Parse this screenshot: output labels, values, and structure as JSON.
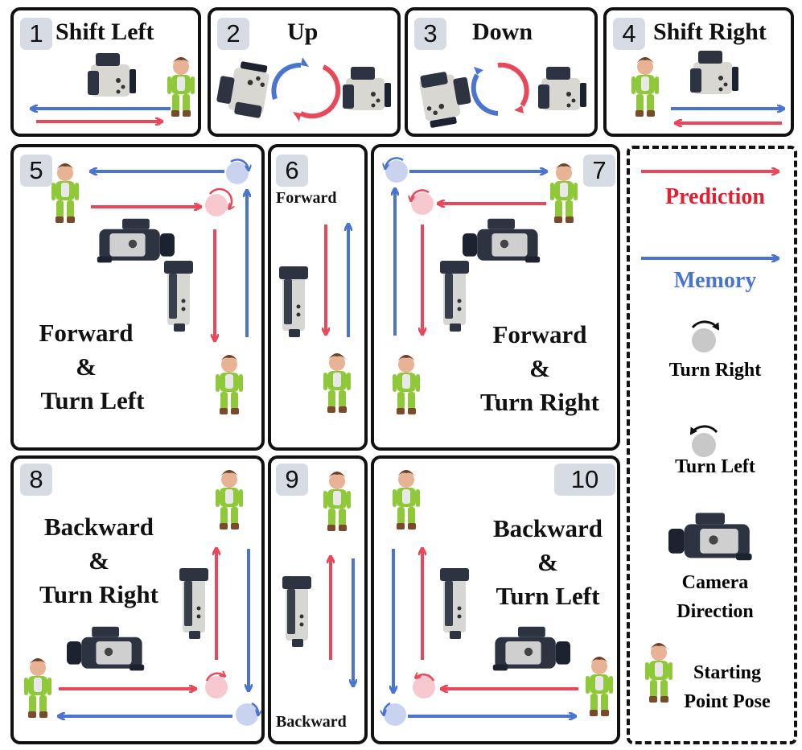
{
  "panels": {
    "p1": {
      "num": "1",
      "title": "Shift Left"
    },
    "p2": {
      "num": "2",
      "title": "Up"
    },
    "p3": {
      "num": "3",
      "title": "Down"
    },
    "p4": {
      "num": "4",
      "title": "Shift Right"
    },
    "p5": {
      "num": "5",
      "line1": "Forward",
      "line2": "&",
      "line3": "Turn Left"
    },
    "p6": {
      "num": "6",
      "label": "Forward"
    },
    "p7": {
      "num": "7",
      "line1": "Forward",
      "line2": "&",
      "line3": "Turn Right"
    },
    "p8": {
      "num": "8",
      "line1": "Backward",
      "line2": "&",
      "line3": "Turn Right"
    },
    "p9": {
      "num": "9",
      "label": "Backward"
    },
    "p10": {
      "num": "10",
      "line1": "Backward",
      "line2": "&",
      "line3": "Turn Left"
    }
  },
  "legend": {
    "prediction": "Prediction",
    "memory": "Memory",
    "turn_right": "Turn Right",
    "turn_left": "Turn Left",
    "camera_direction_1": "Camera",
    "camera_direction_2": "Direction",
    "starting_1": "Starting",
    "starting_2": "Point Pose"
  },
  "colors": {
    "prediction": "#e8485a",
    "memory": "#4a74cf",
    "pose_circle_pred": "#f7c9cf",
    "pose_circle_mem": "#c9d3ef"
  }
}
